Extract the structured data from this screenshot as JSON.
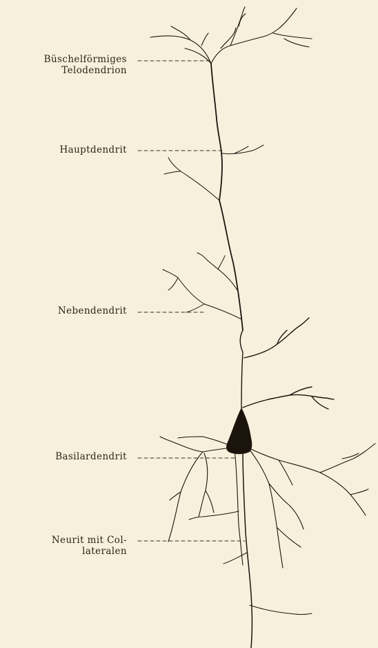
{
  "labels": {
    "telodendrion": {
      "line1": "Büschelförmiges",
      "line2": "Telodendrion"
    },
    "hauptdendrit": "Hauptdendrit",
    "nebendendrit": "Nebendendrit",
    "basilardendrit": "Basilardendrit",
    "neurit": {
      "line1": "Neurit mit Col-",
      "line2": "lateralen"
    }
  },
  "colors": {
    "background": "#f6f0dc",
    "ink": "#1a140c"
  }
}
